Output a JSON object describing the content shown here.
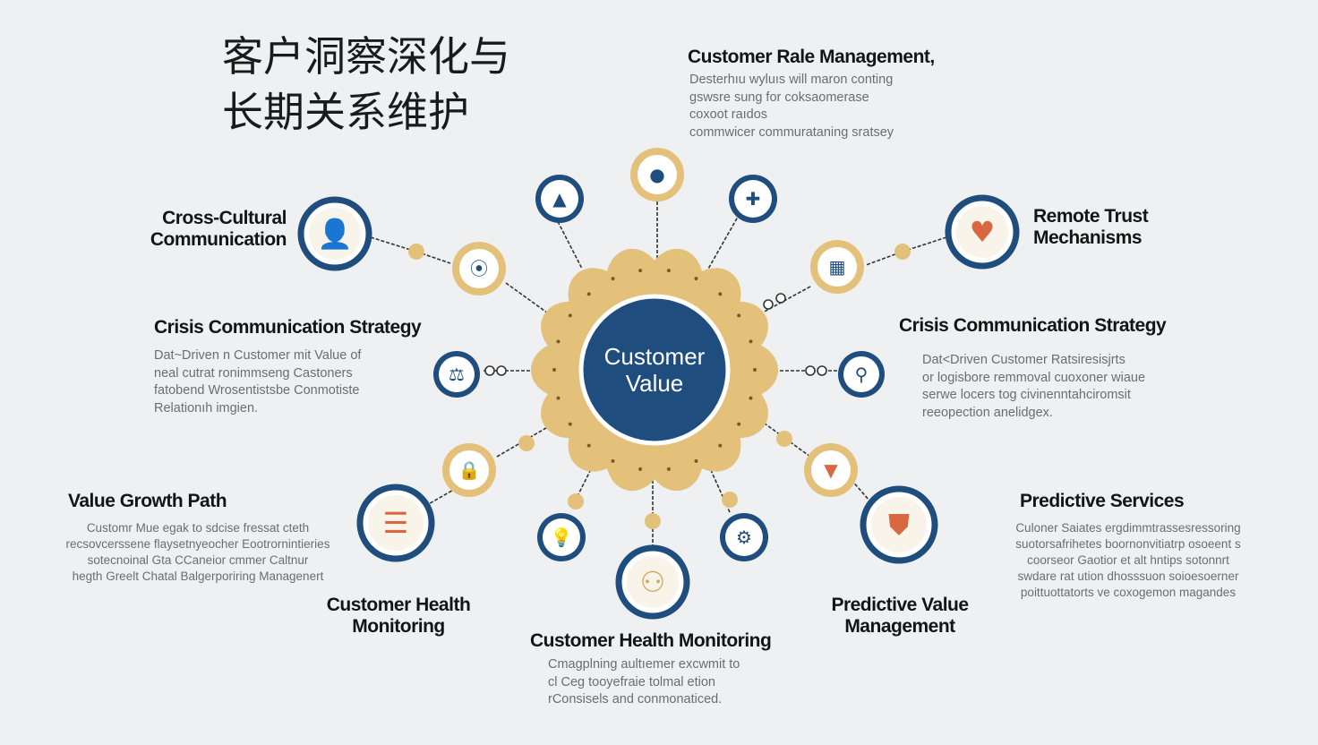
{
  "title": [
    "客户洞察深化与",
    "长期关系维护"
  ],
  "center": {
    "line1": "Customer",
    "line2": "Value"
  },
  "colors": {
    "navy": "#1f4d7d",
    "gold": "#e3c17b",
    "goldDark": "#d4a85c",
    "orange": "#d9673f",
    "background": "#eef0f1",
    "line": "#333333"
  },
  "labels": {
    "customer_rale_management": {
      "title": "Customer Rale Management,",
      "body": "Desterhıu wyluıs will maron conting\ngswsre sung for coksaomerase\ncoxoot raıdos\ncommwicer commurataning sratsey"
    },
    "cross_cultural": {
      "title": "Cross-Cultural\nCommunication"
    },
    "remote_trust": {
      "title": "Remote Trust\nMechanisms"
    },
    "crisis_left": {
      "title": "Crisis Communication Strategy",
      "body": "Dat~Driven  n Customer mit Value of\nneal cutrat ronimmseng Castoners\nfatobend Wrosentistsbe Conmotiste\nRelationıh imgien."
    },
    "crisis_right": {
      "title": "Crisis Communication Strategy",
      "body": "Dat<Driven Customer Ratsiresisjrts\nor logisbore remmoval cuoxoner wiaue\nserwe locers tog civinenntahciromsit\nreeopection anelidgex."
    },
    "value_growth": {
      "title": "Value Growth Path",
      "body": "Customr Mue egak to sdcise fressat cteth\nrecsovcerssene flaysetnyeocher Eootrornintieries\nsotecnoinal Gta CCaneior cmmer Caltnur\nhegth Greelt Chatal Balgerporiring Managenert"
    },
    "predictive_services": {
      "title": "Predictive Services",
      "body": "Culoner Saiates ergdimmtrassesressoring\nsuotorsafrihetes boornonvitiatrp osoeent s\ncoorseor Gaotior et alt hntips sotonnrt\nswdare rat ution dhosssuon soioesoerner\npoittuottatorts ve coxogemon magandes"
    },
    "health_left": {
      "title": "Customer Health\nMonitoring"
    },
    "health_bottom": {
      "title": "Customer Health Monitoring",
      "body": "Cmagplning aultıemer excwmit to\ncl Ceg tooyefraie tolmal etion\nrConsisels and conmonaticed."
    },
    "predictive_value": {
      "title": "Predictive Value\nManagement"
    }
  },
  "icons": [
    "user-icon",
    "heart-icon",
    "coin-icon",
    "chart-icon",
    "scale-icon",
    "plant-icon",
    "lock-icon",
    "clipboard-icon",
    "shield-icon",
    "magnifier-icon",
    "bulb-icon",
    "gear-icon",
    "warning-icon",
    "triangle-icon",
    "globe-icon",
    "plus-icon",
    "caret-icon"
  ]
}
